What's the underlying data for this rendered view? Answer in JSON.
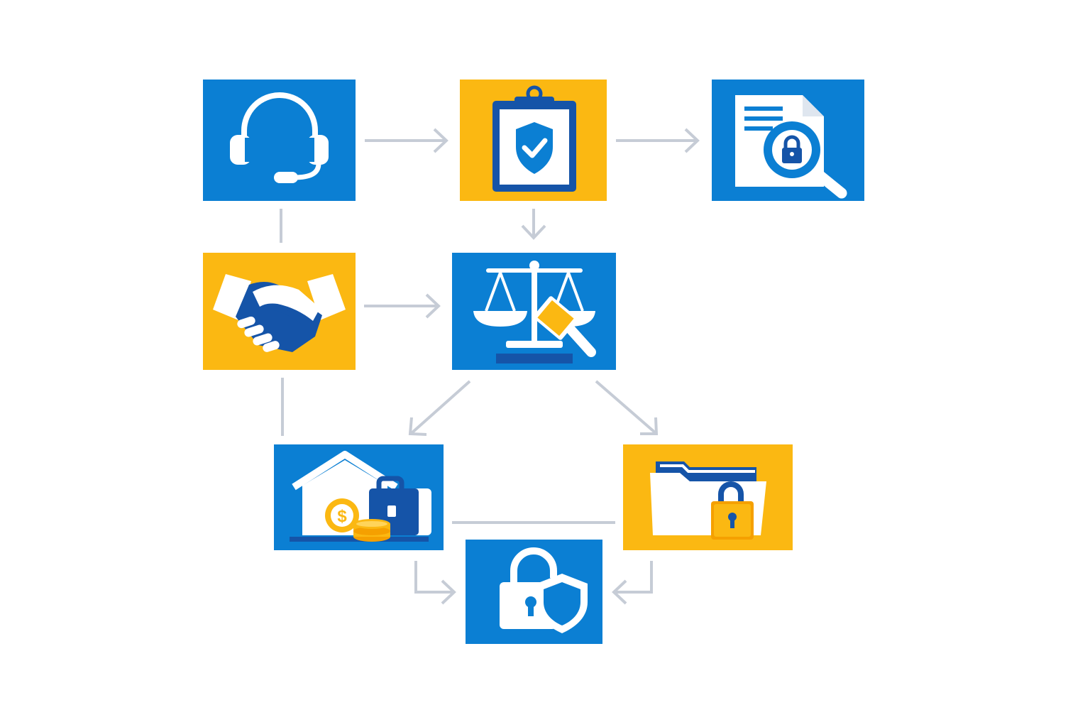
{
  "colors": {
    "blue": "#0b7fd3",
    "dark_blue": "#1554a8",
    "yellow": "#fbb812",
    "orange": "#f5a000",
    "white": "#ffffff",
    "connector": "#c6ccd6"
  },
  "nodes": [
    {
      "id": "support",
      "icon": "headset-icon",
      "fill": "blue"
    },
    {
      "id": "compliance",
      "icon": "clipboard-shield-check-icon",
      "fill": "yellow"
    },
    {
      "id": "audit",
      "icon": "document-lock-magnifier-icon",
      "fill": "blue"
    },
    {
      "id": "agreement",
      "icon": "handshake-icon",
      "fill": "yellow"
    },
    {
      "id": "legal",
      "icon": "scales-gavel-icon",
      "fill": "blue"
    },
    {
      "id": "assets",
      "icon": "house-money-briefcase-icon",
      "fill": "blue"
    },
    {
      "id": "records",
      "icon": "folder-lock-icon",
      "fill": "yellow"
    },
    {
      "id": "security",
      "icon": "padlock-shield-icon",
      "fill": "blue"
    }
  ],
  "connections": [
    {
      "from": "support",
      "to": "compliance",
      "arrow": true
    },
    {
      "from": "compliance",
      "to": "audit",
      "arrow": true
    },
    {
      "from": "compliance",
      "to": "legal",
      "arrow": true
    },
    {
      "from": "support",
      "to": "agreement",
      "arrow": false
    },
    {
      "from": "agreement",
      "to": "legal",
      "arrow": true
    },
    {
      "from": "agreement",
      "to": "assets",
      "arrow": false
    },
    {
      "from": "legal",
      "to": "assets",
      "arrow": true
    },
    {
      "from": "legal",
      "to": "records",
      "arrow": true
    },
    {
      "from": "assets",
      "to": "records",
      "arrow": false
    },
    {
      "from": "assets",
      "to": "security",
      "arrow": true
    },
    {
      "from": "records",
      "to": "security",
      "arrow": true
    }
  ]
}
